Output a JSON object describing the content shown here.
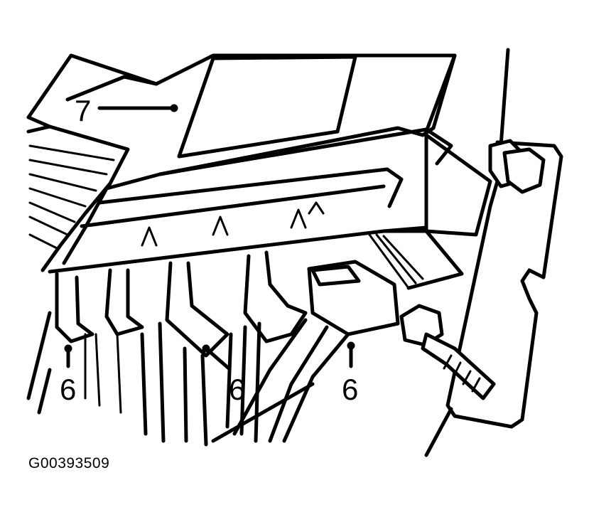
{
  "figure": {
    "id": "G00393509",
    "callouts": {
      "module": "7",
      "connector_left": "6",
      "connector_middle": "6",
      "connector_right": "6"
    }
  }
}
